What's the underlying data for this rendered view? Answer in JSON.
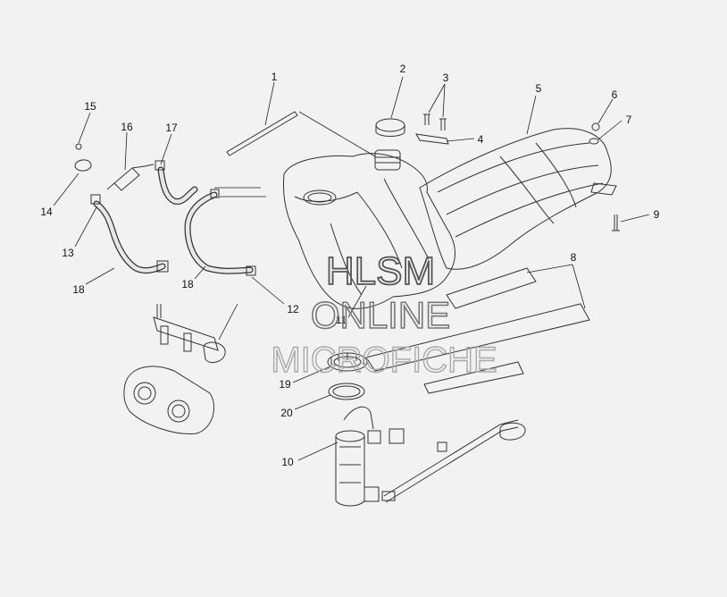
{
  "callouts": {
    "c1": "1",
    "c2": "2",
    "c3": "3",
    "c4": "4",
    "c5": "5",
    "c6": "6",
    "c7": "7",
    "c8": "8",
    "c9": "9",
    "c10": "10",
    "c11": "11",
    "c12": "12",
    "c13": "13",
    "c14": "14",
    "c15": "15",
    "c16": "16",
    "c17": "17",
    "c18a": "18",
    "c18b": "18",
    "c19": "19",
    "c20": "20"
  },
  "watermark": {
    "line1": "HLSM",
    "line2": "ONLINE",
    "line3": "MICROFICHE"
  },
  "colors": {
    "line": "#333333",
    "background": "#f2f2f2",
    "watermark": "#555555",
    "watermark_light": "#aaaaaa"
  }
}
